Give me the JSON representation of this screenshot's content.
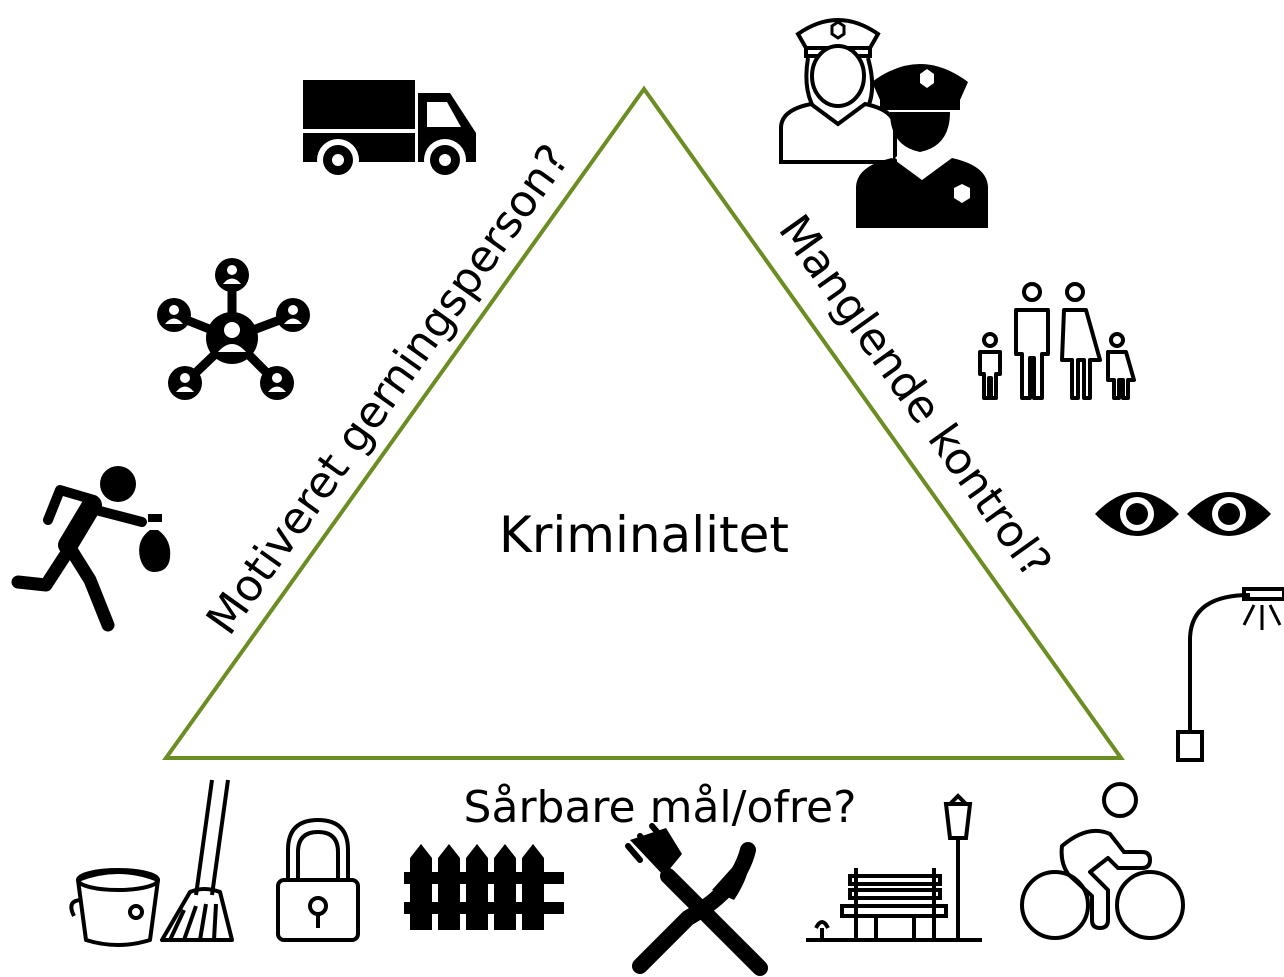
{
  "diagram": {
    "center_label": "Kriminalitet",
    "left_side_label": "Motiveret gerningsperson?",
    "right_side_label": "Manglende kontrol?",
    "bottom_side_label": "Sårbare mål/ofre?",
    "triangle_color": "#6b8e23"
  },
  "icons": {
    "offender_group": [
      "truck-icon",
      "network-people-icon",
      "running-thief-icon"
    ],
    "control_group": [
      "police-officers-icon",
      "family-icon",
      "eyes-icon",
      "street-lamp-icon"
    ],
    "target_group": [
      "bucket-broom-icon",
      "padlock-icon",
      "fence-icon",
      "fork-knife-icon",
      "park-bench-icon",
      "cyclist-icon"
    ]
  }
}
